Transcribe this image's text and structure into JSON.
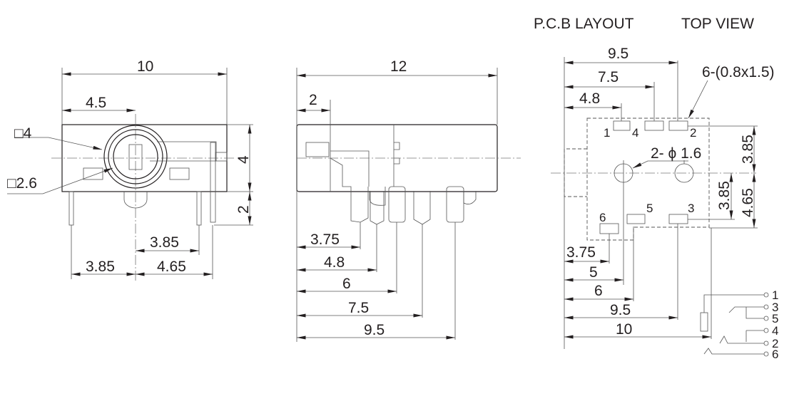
{
  "header": {
    "pcb_layout": "P.C.B LAYOUT",
    "top_view": "TOP VIEW"
  },
  "front_view": {
    "width": "10",
    "center_offset": "4.5",
    "square_outer": "□4",
    "square_inner": "□2.6",
    "height": "4",
    "pin_length": "2",
    "pin_spacing_right": "3.85",
    "pin_left": "3.85",
    "pin_right": "4.65"
  },
  "side_view": {
    "length": "12",
    "front": "2",
    "pins": [
      "3.75",
      "4.8",
      "6",
      "7.5",
      "9.5"
    ]
  },
  "pcb_view": {
    "top_dims": [
      "9.5",
      "7.5",
      "4.8"
    ],
    "pad_note": "6-(0.8x1.5)",
    "hole_note": "2- ϕ 1.6",
    "right_upper": "3.85",
    "right_lower_inner": "3.85",
    "right_lower_outer": "4.65",
    "bottom_dims": [
      "3.75",
      "5",
      "6",
      "9.5",
      "10"
    ],
    "pad_labels": [
      "1",
      "4",
      "2",
      "6",
      "5",
      "3"
    ]
  },
  "schematic": {
    "pins": [
      "1",
      "3",
      "5",
      "4",
      "2",
      "6"
    ]
  }
}
